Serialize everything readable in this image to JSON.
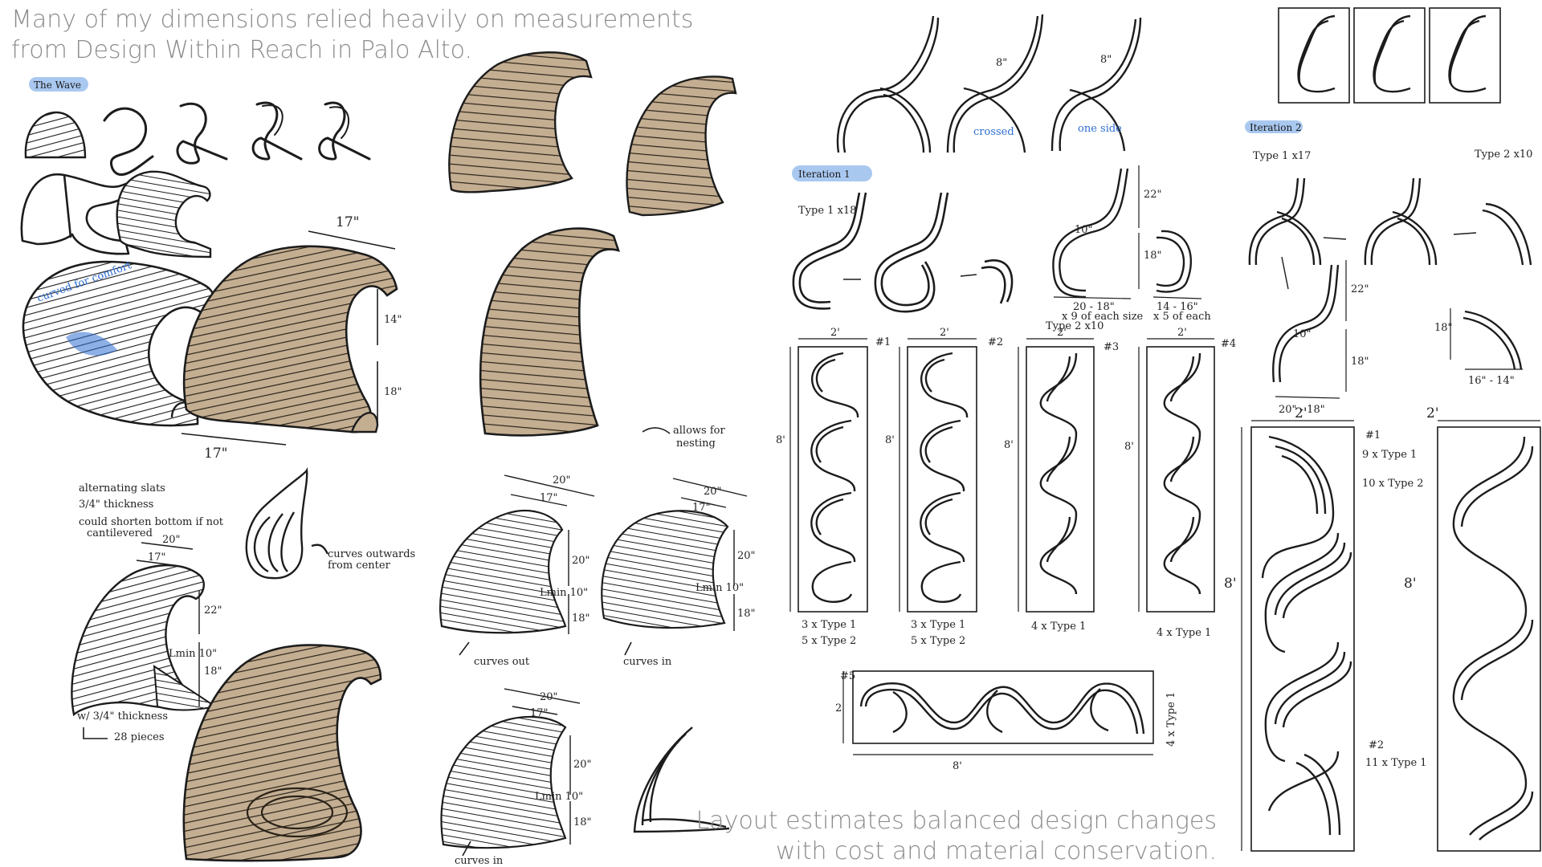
{
  "captions": {
    "top": [
      "Many of my dimensions relied heavily on measurements",
      "from Design Within Reach in Palo Alto."
    ],
    "bottom": [
      "Layout estimates balanced design changes",
      "with cost and material conservation."
    ]
  },
  "tags": {
    "wave": "The Wave",
    "iteration1": "Iteration 1",
    "iteration2": "Iteration 2"
  },
  "notes": {
    "curved_comfort": "curved for comfort",
    "bullets": [
      "alternating slats",
      "3/4\" thickness",
      "could shorten bottom if not",
      "cantilevered"
    ],
    "curves_outwards": [
      "curves outwards",
      "from center"
    ],
    "thickness": "w/ 3/4\" thickness",
    "pieces": "28 pieces",
    "allows_nesting": [
      "allows for",
      "nesting"
    ],
    "curves_out": "curves out",
    "curves_in": "curves in",
    "curves_in_2": "curves in",
    "crossed": "crossed",
    "one_side": "one side"
  },
  "dims": {
    "w17a": "17\"",
    "w17b": "17\"",
    "h14": "14\"",
    "h18": "18\"",
    "d20": "20\"",
    "d17": "17\"",
    "d22": "22\"",
    "d18": "18\"",
    "lmin": "Lmin 10\"",
    "s20a": "20\"",
    "s17a": "17\"",
    "s20b": "20\"",
    "s17b": "17\"",
    "s20c": "20\"",
    "s17c": "17\"",
    "v20a": "20\"",
    "v18a": "18\"",
    "v20b": "20\"",
    "v18b": "18\"",
    "v20c": "20\"",
    "v18c": "18\"",
    "lmin_a": "Lmin 10\"",
    "lmin_b": "Lmin 10\"",
    "lmin_c": "Lmin 10\"",
    "e8a": "8\"",
    "e8b": "8\""
  },
  "iteration1": {
    "type1": "Type 1 x18",
    "type2": "Type 2 x10",
    "d22": "22\"",
    "d18": "18\"",
    "d10": "10\"",
    "w20": "20 - 18\"",
    "w14": "14 - 16\"",
    "note_a": "x 9 of each size",
    "note_b": "x 5 of each",
    "boards": [
      {
        "id": "#1",
        "w": "2'",
        "h": "8'",
        "c1": "3 x Type 1",
        "c2": "5 x Type 2"
      },
      {
        "id": "#2",
        "w": "2'",
        "h": "8'",
        "c1": "3 x Type 1",
        "c2": "5 x Type 2"
      },
      {
        "id": "#3",
        "w": "2'",
        "h": "8'",
        "c1": "4 x Type 1",
        "c2": ""
      },
      {
        "id": "#4",
        "w": "2'",
        "h": "8'",
        "c1": "4 x Type 1",
        "c2": ""
      }
    ],
    "board5": {
      "id": "#5",
      "w": "8'",
      "h": "2'",
      "count": "4 x Type 1"
    }
  },
  "iteration2": {
    "type1": "Type 1 x17",
    "type2": "Type 2 x10",
    "d22": "22\"",
    "d18": "18\"",
    "d10": "10\"",
    "d18b": "18\"",
    "w20": "20\" - 18\"",
    "w16": "16\" - 14\"",
    "board1": {
      "id": "#1",
      "w": "2'",
      "h": "8'",
      "c1": "9 x Type 1",
      "c2": "10 x Type 2",
      "id2": "#2",
      "c3": "11 x Type 1"
    },
    "board2": {
      "w": "2'",
      "h": "8'"
    }
  },
  "colors": {
    "wood": "#c4ae92",
    "ink": "#1c1c1c",
    "tag": "#a9c8f0",
    "blue": "#2f6fd1",
    "caption": "#8c8c8c"
  }
}
